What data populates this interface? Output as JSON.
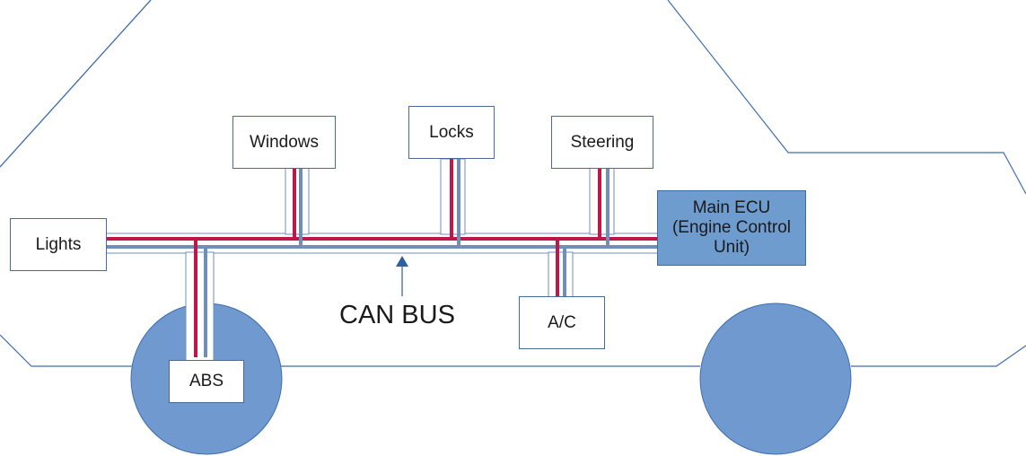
{
  "bus": {
    "label": "CAN BUS"
  },
  "ecu": {
    "lines": [
      "Main ECU",
      "(Engine Control",
      "Unit)"
    ]
  },
  "nodes": {
    "lights": "Lights",
    "windows": "Windows",
    "locks": "Locks",
    "steering": "Steering",
    "ac": "A/C",
    "abs": "ABS"
  },
  "colors": {
    "wire_high": "#c0174a",
    "wire_low": "#6e8fbd",
    "wheel": "#7099cf",
    "car_outline": "#3f6fb0",
    "ecu_fill": "#6f9ccf"
  }
}
